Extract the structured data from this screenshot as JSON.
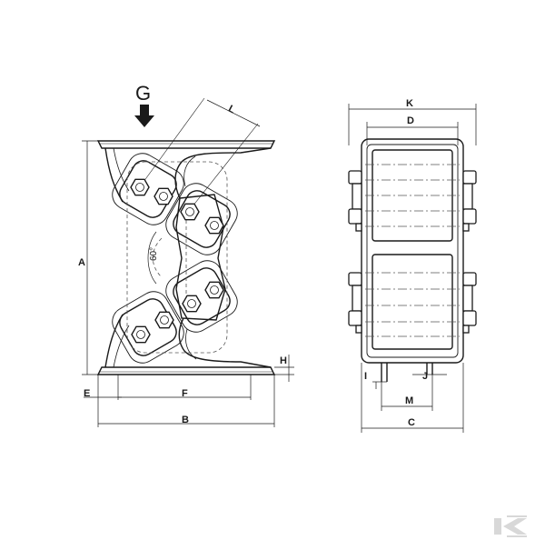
{
  "drawing": {
    "load_label": "G",
    "angle_label": "60°",
    "dimensions": {
      "A": "A",
      "B": "B",
      "C": "C",
      "D": "D",
      "E": "E",
      "F": "F",
      "H": "H",
      "I": "I",
      "J": "J",
      "K": "K",
      "L": "L",
      "M": "M"
    },
    "colors": {
      "line": "#1a1a1a",
      "hidden": "#555555",
      "logo": "#d8d8d8"
    },
    "logo": {
      "icon": "kramp-k-logo"
    }
  }
}
